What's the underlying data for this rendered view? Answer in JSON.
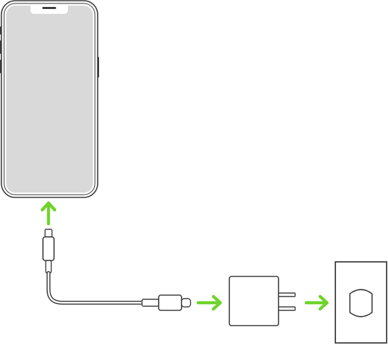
{
  "diagram": {
    "description_free": true,
    "colors": {
      "outline": "#3a3a3a",
      "screen": "#d9d9d9",
      "body_fill": "#f7f7f7",
      "white": "#ffffff",
      "arrow": "#6fd32c",
      "wall_fill": "#ffffff"
    },
    "components": [
      {
        "id": "phone",
        "icon": "iphone-icon"
      },
      {
        "id": "lightning-connector",
        "icon": "lightning-plug-icon"
      },
      {
        "id": "usb-c-cable",
        "icon": "usb-c-cable-icon"
      },
      {
        "id": "power-adapter",
        "icon": "power-adapter-icon"
      },
      {
        "id": "wall-outlet",
        "icon": "wall-outlet-icon"
      }
    ],
    "arrows": [
      {
        "id": "arrow-to-phone",
        "direction": "up"
      },
      {
        "id": "arrow-to-adapter",
        "direction": "right"
      },
      {
        "id": "arrow-to-outlet",
        "direction": "right"
      }
    ]
  }
}
